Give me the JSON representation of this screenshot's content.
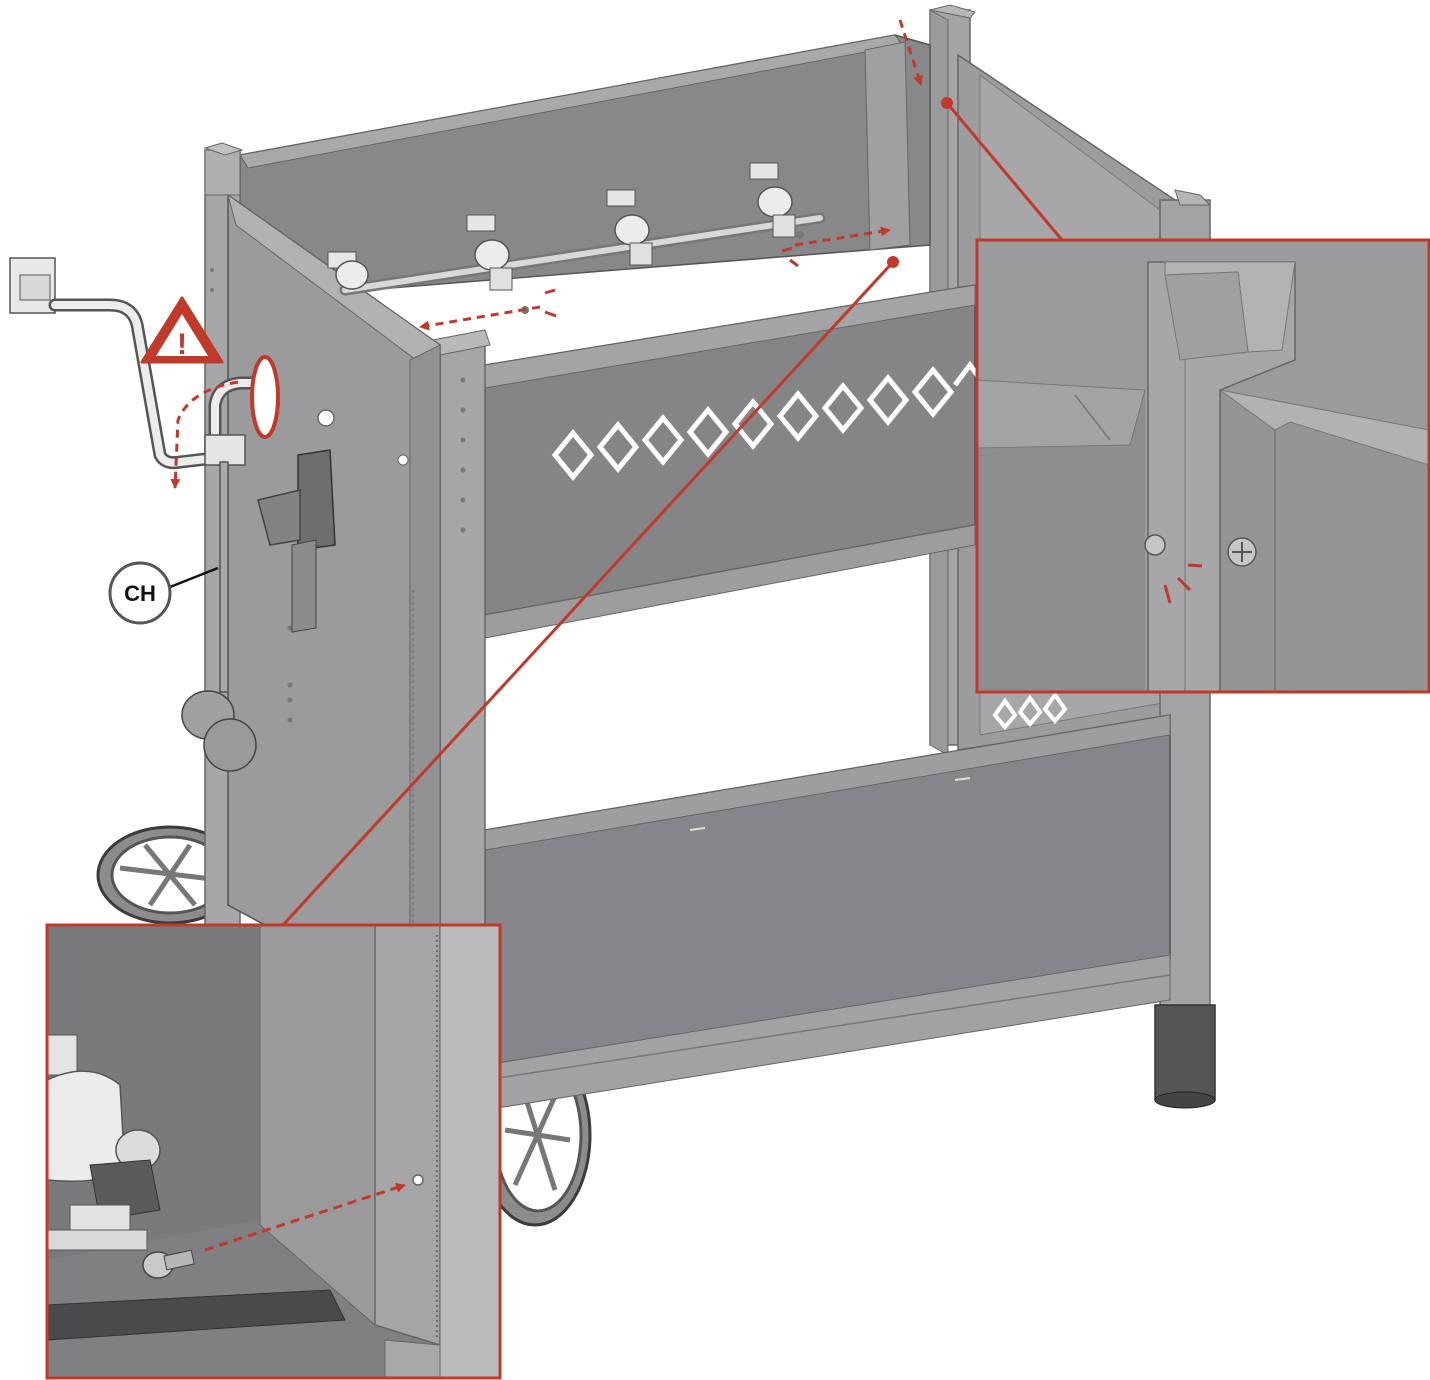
{
  "diagram": {
    "callout": {
      "label": "CH"
    },
    "warning": {
      "symbol": "!"
    },
    "colors": {
      "accent": "#c0392b",
      "frame_dark": "#8a8a8c",
      "frame_mid": "#a2a2a4",
      "frame_light": "#b8b8ba",
      "panel_dark": "#808083",
      "part_white": "#e6e6e6",
      "outline": "#555555",
      "background": "#ffffff"
    },
    "icons": [
      "warning-triangle-icon",
      "screw-icon",
      "arrow-dashed-icon"
    ],
    "detail_views": [
      "detail-top-right-bracket",
      "detail-bottom-left-screw"
    ]
  }
}
